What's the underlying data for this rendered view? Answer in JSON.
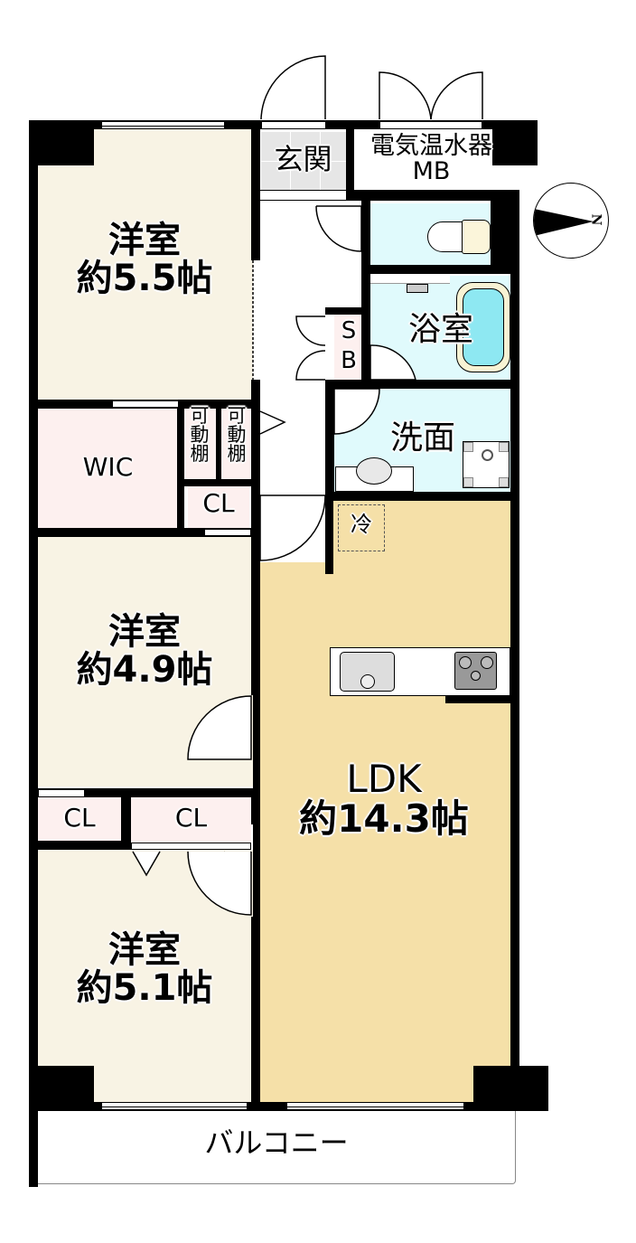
{
  "plan": {
    "colors": {
      "western_room": "#f8f3e4",
      "ldk": "#f5e0a8",
      "closet": "#fdf0ef",
      "wet_area": "#e0fafc",
      "entrance": "#e6e6e6",
      "wall": "#000000",
      "bath_water": "#8ee8f2"
    },
    "compass": {
      "label": "N"
    },
    "rooms": {
      "western1": {
        "name": "洋室",
        "size": "約5.5帖"
      },
      "western2": {
        "name": "洋室",
        "size": "約4.9帖"
      },
      "western3": {
        "name": "洋室",
        "size": "約5.1帖"
      },
      "ldk": {
        "name": "LDK",
        "size": "約14.3帖"
      },
      "wic": {
        "name": "WIC"
      },
      "shelf1": {
        "name": "可\n動\n棚"
      },
      "shelf2": {
        "name": "可\n動\n棚"
      },
      "cl1": {
        "name": "CL"
      },
      "cl2": {
        "name": "CL"
      },
      "cl3": {
        "name": "CL"
      },
      "entrance": {
        "name": "玄関"
      },
      "mb": {
        "name": "電気温水器",
        "sub": "MB"
      },
      "bath": {
        "name": "浴室"
      },
      "washroom": {
        "name": "洗面"
      },
      "sb": {
        "s": "S",
        "b": "B"
      },
      "fridge": {
        "name": "冷"
      },
      "balcony": {
        "name": "バルコニー"
      }
    }
  }
}
